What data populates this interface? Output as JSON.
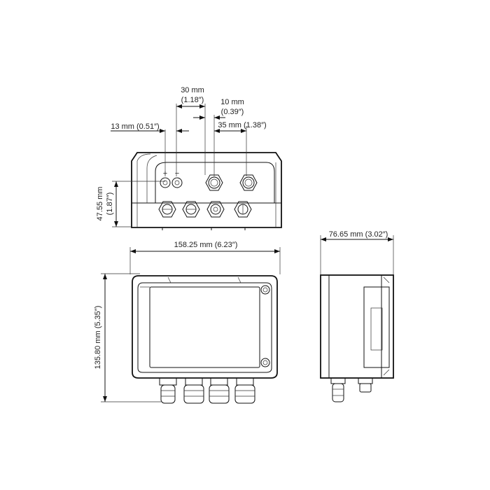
{
  "dimensions": {
    "top_pitch_30": {
      "mm": "30 mm",
      "in": "(1.18″)"
    },
    "top_offset_10": {
      "mm": "10 mm",
      "in": "(0.39″)"
    },
    "top_pitch_13": {
      "label": "13 mm (0.51″)"
    },
    "top_pitch_35": {
      "label": "35 mm (1.38″)"
    },
    "top_height": {
      "mm": "47.55 mm",
      "in": "(1.87″)"
    },
    "front_width": {
      "label": "158.25 mm (6.23″)"
    },
    "front_height": {
      "label": "135.80 mm (5.35″)"
    },
    "side_depth": {
      "label": "76.65 mm (3.02″)"
    }
  },
  "terminal_marks": [
    "+",
    "−"
  ]
}
